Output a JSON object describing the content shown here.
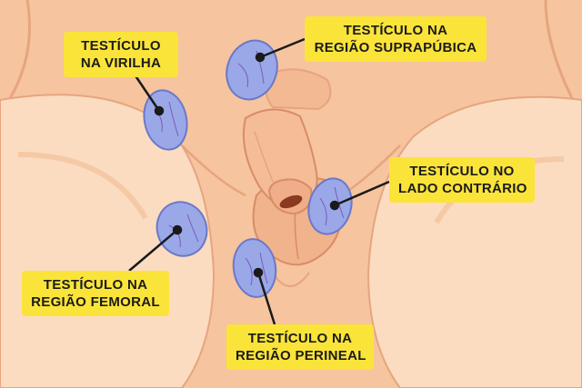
{
  "colors": {
    "skin_light": "#fbdcc0",
    "skin_mid": "#f6c49e",
    "skin_shadow": "#e6a57e",
    "skin_outline": "#d98c66",
    "testicle_fill": "#9aa8e8",
    "testicle_stroke": "#6b78c9",
    "vein": "#7c5ab8",
    "label_bg": "#fbe43a",
    "label_text": "#1b1b1b",
    "leader_line": "#1a1a1a",
    "opening": "#8a3a1e"
  },
  "labels": {
    "virilha": {
      "line1": "TESTÍCULO",
      "line2": "NA VIRILHA"
    },
    "suprapubica": {
      "line1": "TESTÍCULO NA",
      "line2": "REGIÃO SUPRAPÚBICA"
    },
    "lado_contrario": {
      "line1": "TESTÍCULO NO",
      "line2": "LADO CONTRÁRIO"
    },
    "femoral": {
      "line1": "TESTÍCULO NA",
      "line2": "REGIÃO FEMORAL"
    },
    "perineal": {
      "line1": "TESTÍCULO NA",
      "line2": "REGIÃO PERINEAL"
    }
  },
  "icons": {
    "testicle": "testicle-oval-icon"
  }
}
